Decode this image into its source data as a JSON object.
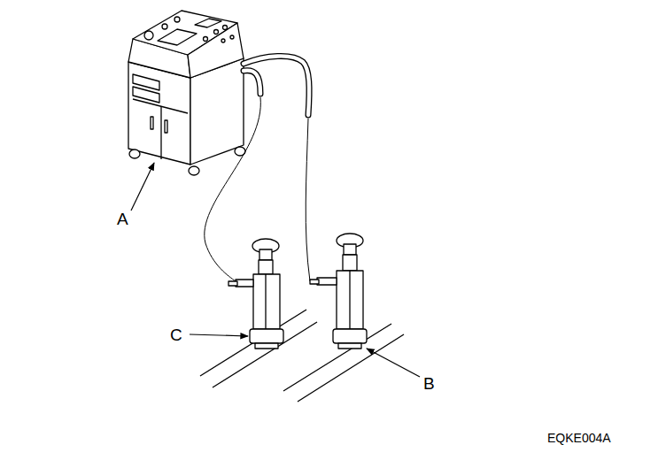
{
  "diagram": {
    "labels": [
      "A",
      "B",
      "C",
      "EQKE004A"
    ]
  }
}
